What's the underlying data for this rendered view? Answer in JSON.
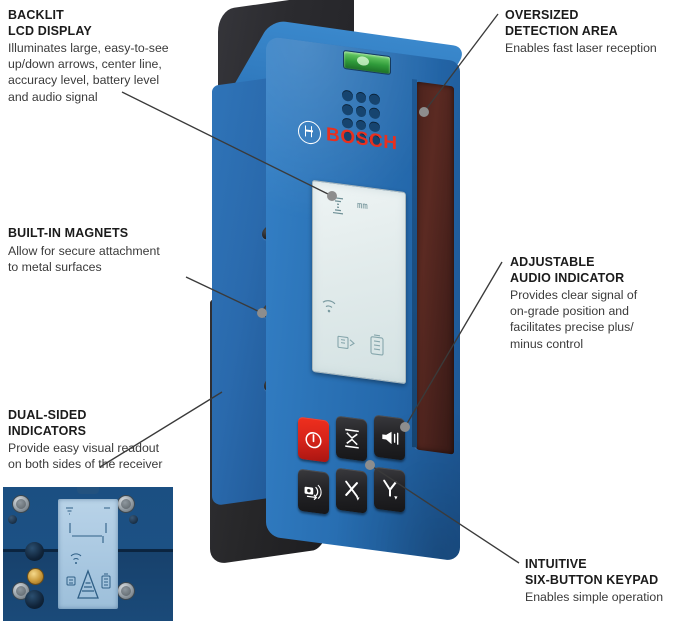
{
  "page": {
    "kind": "product-feature-diagram",
    "background_color": "#ffffff"
  },
  "callouts": [
    {
      "id": "backlit-lcd-display",
      "title": "BACKLIT\nLCD DISPLAY",
      "body": "Illuminates large, easy-to-see\nup/down arrows, center line,\naccuracy level, battery level\nand audio signal"
    },
    {
      "id": "built-in-magnets",
      "title": "BUILT-IN MAGNETS",
      "body": "Allow for secure attachment\nto metal surfaces"
    },
    {
      "id": "dual-sided-indicators",
      "title": "DUAL-SIDED\nINDICATORS",
      "body": "Provide easy visual readout\non both sides of the receiver"
    },
    {
      "id": "oversized-detection-area",
      "title": "OVERSIZED\nDETECTION AREA",
      "body": "Enables fast laser reception"
    },
    {
      "id": "adjustable-audio-indicator",
      "title": "ADJUSTABLE\nAUDIO INDICATOR",
      "body": "Provides clear signal of\non-grade position and\nfacilitates precise plus/\nminus control"
    },
    {
      "id": "intuitive-six-button-keypad",
      "title": "INTUITIVE\nSIX-BUTTON KEYPAD",
      "body": "Enables simple operation"
    }
  ],
  "product": {
    "brand_word": "BOSCH",
    "brand_color": "#e8301f",
    "body_color": "#2b73b7",
    "boot_color": "#2a2a2c",
    "detection_window_color": "#4b231d",
    "level_color": "#2f9b3a",
    "lcd_color": "#e3ecec",
    "power_key_color": "#d6241a",
    "keys": [
      {
        "id": "power-key",
        "icon": "power-icon",
        "label": "Power"
      },
      {
        "id": "updown-key",
        "icon": "up-down-arrows-icon",
        "label": "Accuracy / Up-Down"
      },
      {
        "id": "audio-key",
        "icon": "speaker-icon",
        "label": "Audio"
      },
      {
        "id": "laser-receiver-key",
        "icon": "laser-receiver-icon",
        "label": "Remote / Laser link"
      },
      {
        "id": "x-axis-key",
        "icon": "x-axis-icon",
        "label": "X"
      },
      {
        "id": "y-axis-key",
        "icon": "y-axis-icon",
        "label": "Y"
      }
    ],
    "front_lcd_icons": [
      "accuracy-icon",
      "mm-unit-icon",
      "wifi-signal-icon",
      "laser-link-icon",
      "battery-icon"
    ],
    "speaker_hole_count": 12
  },
  "inset": {
    "id": "rear-view-inset",
    "caption": "",
    "rear_lcd_icons": [
      "up-arrow-icon",
      "center-line-icon",
      "wifi-signal-icon",
      "laser-link-icon",
      "battery-icon"
    ],
    "magnet_count": 2,
    "screw_count": 4,
    "brass_contact": "brass-contact"
  },
  "leader_lines": {
    "color": "#3a3a3a",
    "dot_color": "#8d8d8d"
  }
}
